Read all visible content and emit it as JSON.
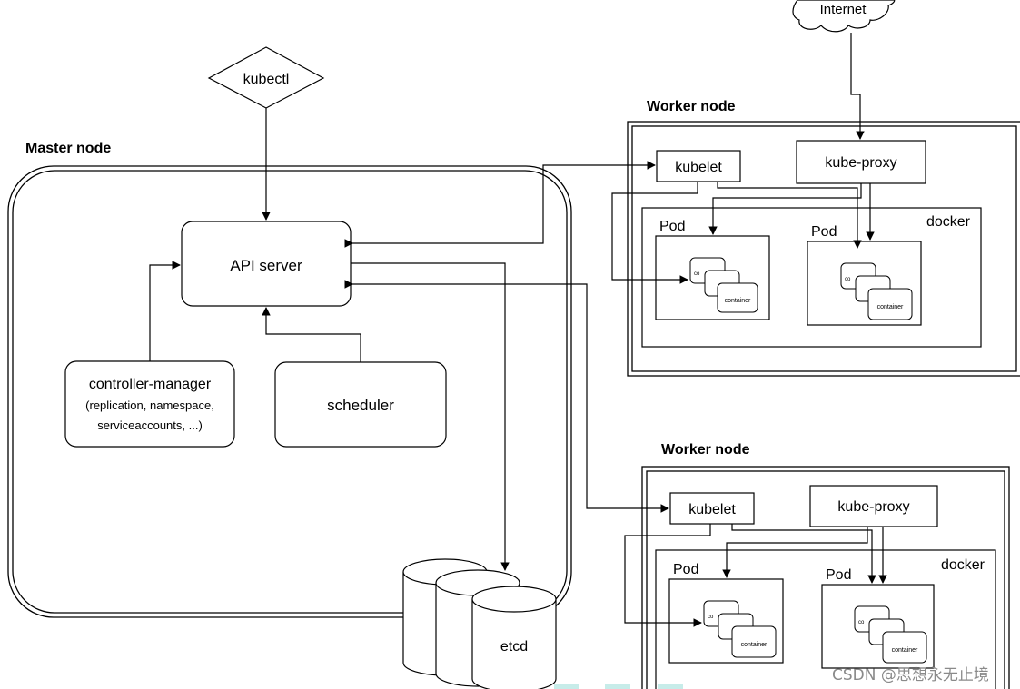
{
  "labels": {
    "internet": "Internet",
    "kubectl": "kubectl",
    "master_node": "Master node",
    "api_server": "API server",
    "controller_manager": {
      "line1": "controller-manager",
      "line2": "(replication, namespace,",
      "line3": "serviceaccounts, ...)"
    },
    "scheduler": "scheduler",
    "etcd": "etcd",
    "worker_node": "Worker node",
    "kubelet": "kubelet",
    "kube_proxy": "kube-proxy",
    "docker": "docker",
    "pod": "Pod",
    "container": "container",
    "container_short": "co"
  },
  "watermark": "CSDN @思想永无止境"
}
